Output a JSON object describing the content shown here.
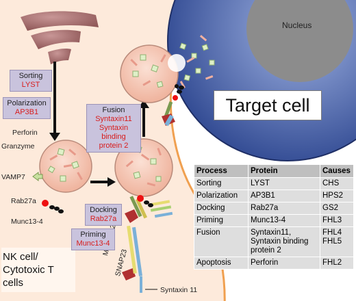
{
  "labels": {
    "nucleus": "Nucleus",
    "target_cell": "Target cell",
    "nk_cell": "NK cell/ Cytotoxic T cells",
    "perforin": "Perforin",
    "granzyme": "Granzyme",
    "vamp7": "VAMP7",
    "rab27a": "Rab27a",
    "munc13_4": "Munc13-4",
    "munc18_2": "Munc18-2",
    "snap23": "SNAP23",
    "syntaxin11": "Syntaxin 11"
  },
  "steps": {
    "sorting": {
      "title": "Sorting",
      "protein": "LYST"
    },
    "polarization": {
      "title": "Polarization",
      "protein": "AP3B1"
    },
    "fusion": {
      "title": "Fusion",
      "protein1": "Syntaxin11",
      "protein2": "Syntaxin binding",
      "protein3": "protein 2"
    },
    "docking": {
      "title": "Docking",
      "protein": "Rab27a"
    },
    "priming": {
      "title": "Priming",
      "protein": "Munc13-4"
    }
  },
  "table": {
    "headers": [
      "Process",
      "Protein",
      "Causes"
    ],
    "rows": [
      {
        "process": "Sorting",
        "protein": "LYST",
        "causes": "CHS"
      },
      {
        "process": "Polarization",
        "protein": "AP3B1",
        "causes": "HPS2"
      },
      {
        "process": "Docking",
        "protein": "Rab27a",
        "causes": "GS2"
      },
      {
        "process": "Priming",
        "protein": "Munc13-4",
        "causes": "FHL3"
      },
      {
        "process": "Fusion",
        "protein": "Syntaxin11, Syntaxin binding protein 2",
        "causes": "FHL4 FHL5"
      },
      {
        "process": "Apoptosis",
        "protein": "Perforin",
        "causes": "FHL2"
      }
    ]
  },
  "colors": {
    "nk_cell_fill": "#fdeadb",
    "nk_cell_border": "#f0a050",
    "target_cell_fill": "#3f5aa6",
    "nucleus_fill": "#8c8c8c",
    "vesicle_fill": "#f7c9b6",
    "golgi_fill": "#b07575",
    "granule_green": "#dff0c8",
    "granule_pink": "#f0b0a0",
    "protein_red": "#d81c1c"
  }
}
